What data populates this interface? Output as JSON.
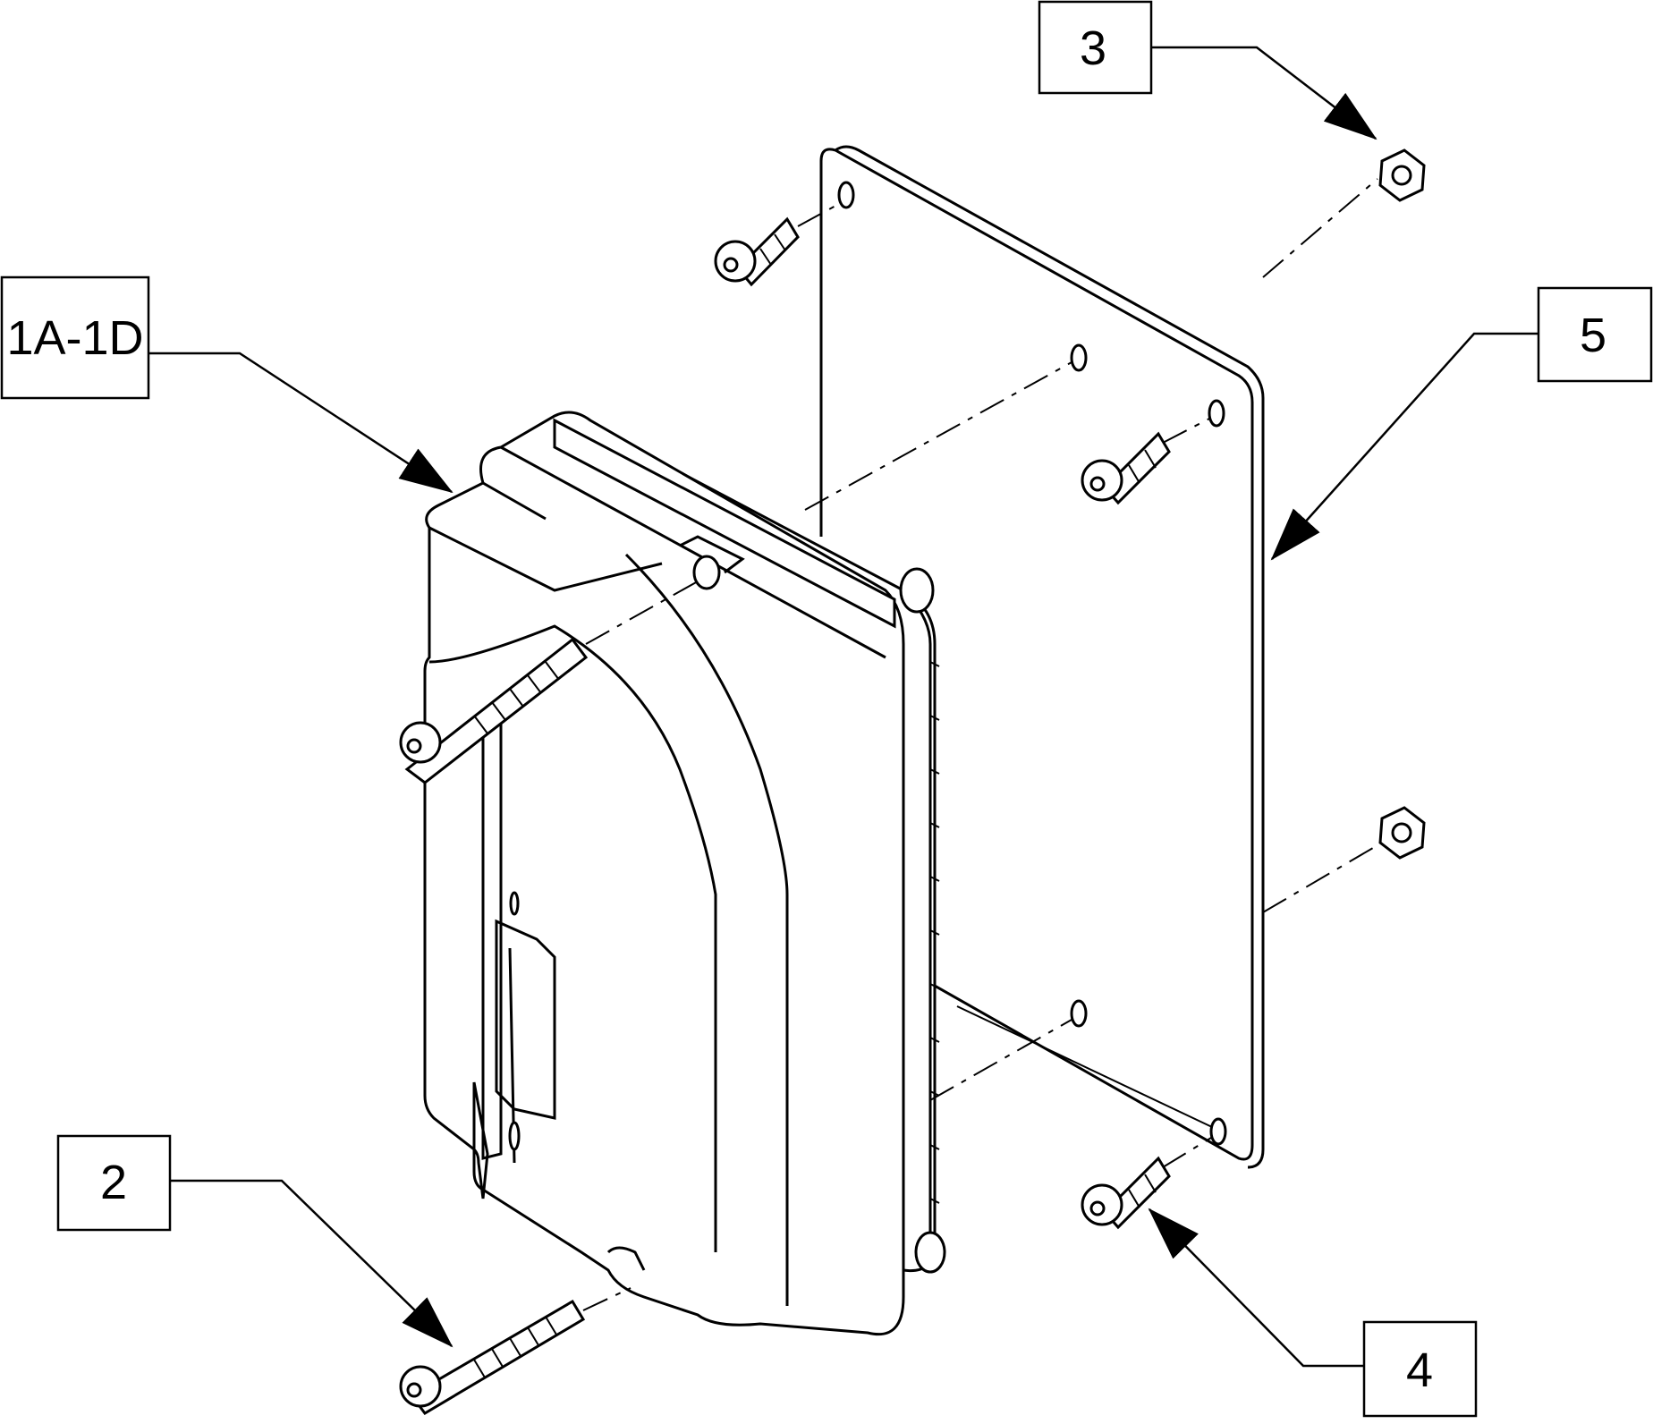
{
  "diagram": {
    "callouts": [
      {
        "id": "1A-1D",
        "label": "1A-1D"
      },
      {
        "id": "2",
        "label": "2"
      },
      {
        "id": "3",
        "label": "3"
      },
      {
        "id": "4",
        "label": "4"
      },
      {
        "id": "5",
        "label": "5"
      }
    ]
  }
}
